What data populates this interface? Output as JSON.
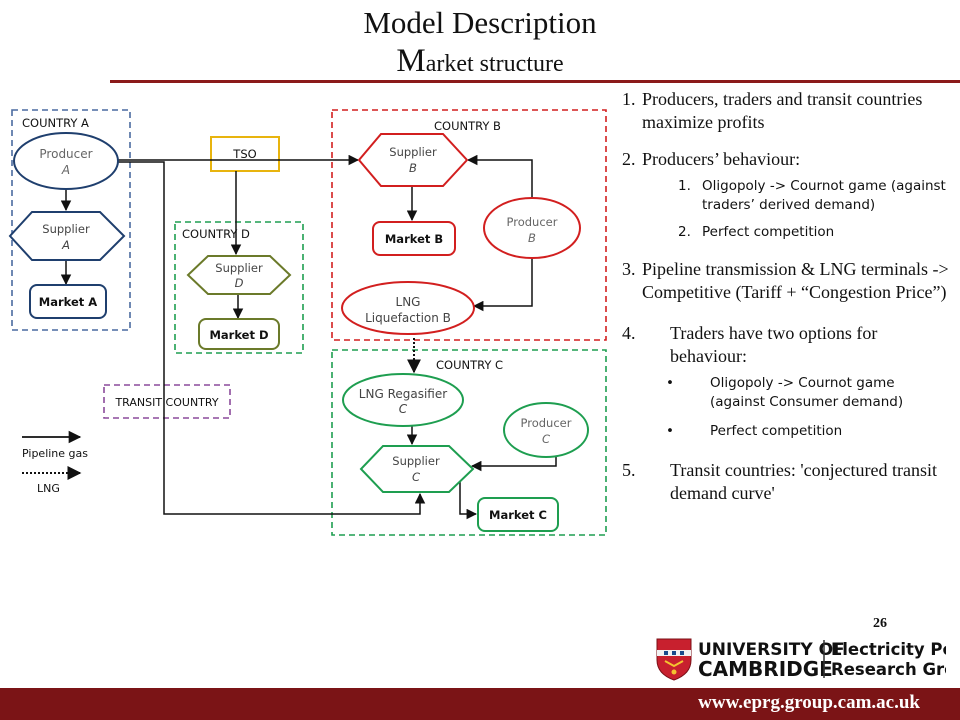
{
  "title": {
    "line1": "Model Description",
    "line2_first": "M",
    "line2_rest": "arket structure"
  },
  "diagram": {
    "country_a": "COUNTRY A",
    "country_b": "COUNTRY B",
    "country_c": "COUNTRY C",
    "country_d": "COUNTRY D",
    "transit_country": "TRANSIT COUNTRY",
    "tso": "TSO",
    "producer_a": [
      "Producer",
      "A"
    ],
    "supplier_a": [
      "Supplier",
      "A"
    ],
    "market_a": "Market A",
    "supplier_d": [
      "Supplier",
      "D"
    ],
    "market_d": "Market D",
    "supplier_b": [
      "Supplier",
      "B"
    ],
    "market_b": "Market B",
    "producer_b": [
      "Producer",
      "B"
    ],
    "lng_liquefaction": [
      "LNG",
      "Liquefaction B"
    ],
    "lng_regasifier": [
      "LNG Regasifier",
      "C"
    ],
    "producer_c": [
      "Producer",
      "C"
    ],
    "supplier_c": [
      "Supplier",
      "C"
    ],
    "market_c": "Market C",
    "legend_pipeline": "Pipeline gas",
    "legend_lng": "LNG"
  },
  "list": {
    "item1": {
      "num": "1.",
      "text": "Producers, traders and transit countries maximize profits"
    },
    "item2": {
      "num": "2.",
      "text": "Producers’ behaviour:"
    },
    "item2_subs": [
      {
        "num": "1.",
        "text": "Oligopoly -> Cournot game (against traders’ derived demand)"
      },
      {
        "num": "2.",
        "text": "Perfect competition"
      }
    ],
    "item3": {
      "num": "3.",
      "text": "Pipeline transmission & LNG terminals -> Competitive (Tariff + “Congestion Price”)"
    },
    "item4": {
      "num": "4.",
      "text": "Traders have two options for behaviour:"
    },
    "item4_bullets": [
      {
        "mark": "•",
        "text": "Oligopoly -> Cournot game (against Consumer demand)"
      },
      {
        "mark": "•",
        "text": "Perfect competition"
      }
    ],
    "item5": {
      "num": "5.",
      "text": "Transit countries: 'conjectured transit demand curve'"
    }
  },
  "page_number": "26",
  "logo": {
    "line1": "UNIVERSITY OF",
    "line2": "CAMBRIDGE",
    "group_line1": "Electricity Policy",
    "group_line2": "Research Group"
  },
  "footer": {
    "url": "www.eprg.group.cam.ac.uk"
  },
  "colors": {
    "maroon": "#7b1416",
    "blue": "#1f3f6e",
    "red": "#d21f1f",
    "green": "#1e9e50",
    "olive": "#6b7a2a",
    "gold": "#e8b40e",
    "purple": "#8b4a9b"
  }
}
